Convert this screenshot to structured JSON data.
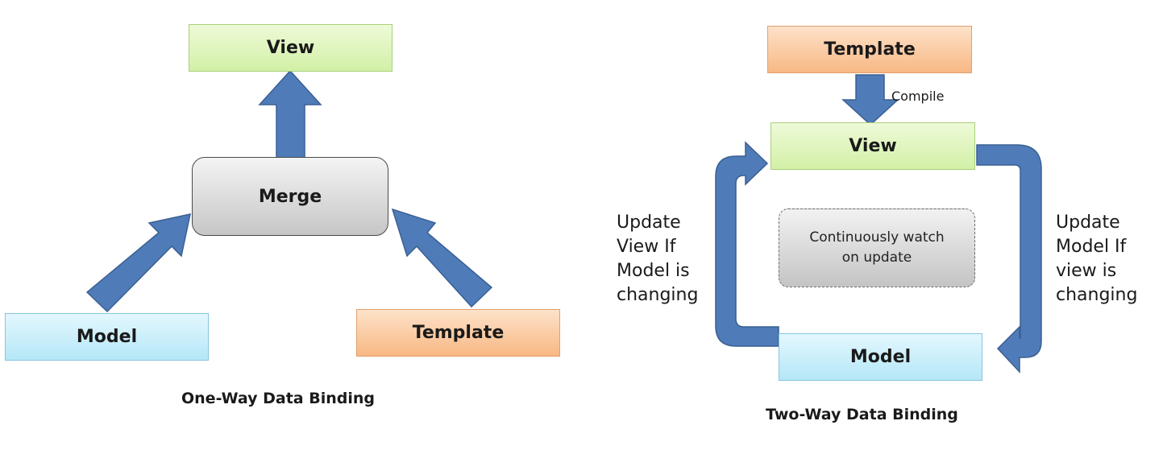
{
  "one_way": {
    "view": "View",
    "merge": "Merge",
    "model": "Model",
    "template": "Template",
    "caption": "One-Way Data Binding"
  },
  "two_way": {
    "template": "Template",
    "compile": "Compile",
    "view": "View",
    "watch_line1": "Continuously watch",
    "watch_line2": "on update",
    "model": "Model",
    "left_label": [
      "Update",
      "View If",
      "Model is",
      "changing"
    ],
    "right_label": [
      "Update",
      "Model If",
      "view is",
      "changing"
    ],
    "caption": "Two-Way Data Binding"
  },
  "colors": {
    "arrow": "#4f7cb8",
    "arrow_stroke": "#3a5f93"
  }
}
